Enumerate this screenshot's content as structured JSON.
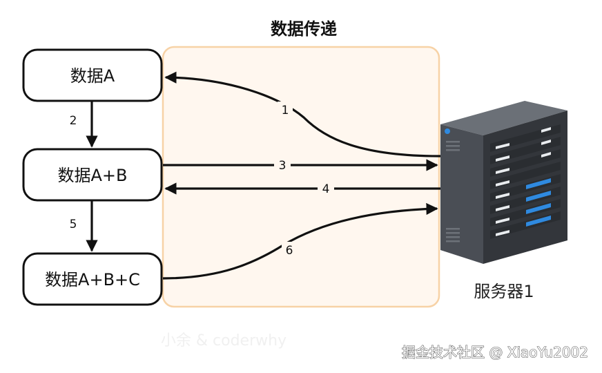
{
  "title": "数据传递",
  "nodes": [
    {
      "id": "a",
      "label": "数据A"
    },
    {
      "id": "ab",
      "label": "数据A+B"
    },
    {
      "id": "abc",
      "label": "数据A+B+C"
    }
  ],
  "server": {
    "label": "服务器1",
    "icon": "server-rack-icon"
  },
  "edges": [
    {
      "label": "1"
    },
    {
      "label": "2"
    },
    {
      "label": "3"
    },
    {
      "label": "4"
    },
    {
      "label": "5"
    },
    {
      "label": "6"
    }
  ],
  "watermark": "小余 & coderwhy",
  "credit": "掘金技术社区 @ XiaoYu2002",
  "colors": {
    "panel_fill": "#fff7ef",
    "panel_stroke": "#f7d2a6",
    "node_stroke": "#111111",
    "arrow": "#111111",
    "server_body": "#3f4349",
    "server_accent": "#2f8ae0"
  }
}
